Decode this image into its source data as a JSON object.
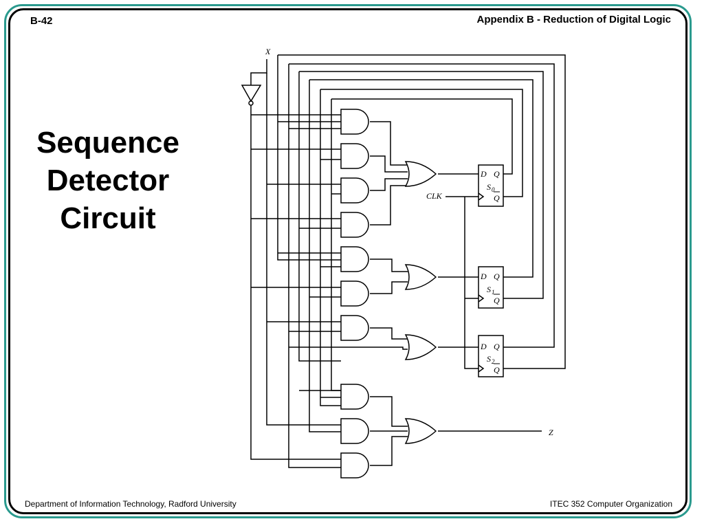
{
  "header": {
    "slide_number": "B-42",
    "title": "Appendix B - Reduction of Digital Logic"
  },
  "slide": {
    "title_lines": [
      "Sequence",
      "Detector",
      "Circuit"
    ]
  },
  "footer": {
    "left": "Department of Information Technology, Radford University",
    "right": "ITEC 352 Computer Organization"
  },
  "circuit": {
    "input_label": "X",
    "clock_label": "CLK",
    "output_label": "Z",
    "flip_flops": [
      {
        "d": "D",
        "q": "Q",
        "qbar": "Q",
        "name": "S",
        "sub": "0"
      },
      {
        "d": "D",
        "q": "Q",
        "qbar": "Q",
        "name": "S",
        "sub": "1"
      },
      {
        "d": "D",
        "q": "Q",
        "qbar": "Q",
        "name": "S",
        "sub": "2"
      }
    ]
  }
}
